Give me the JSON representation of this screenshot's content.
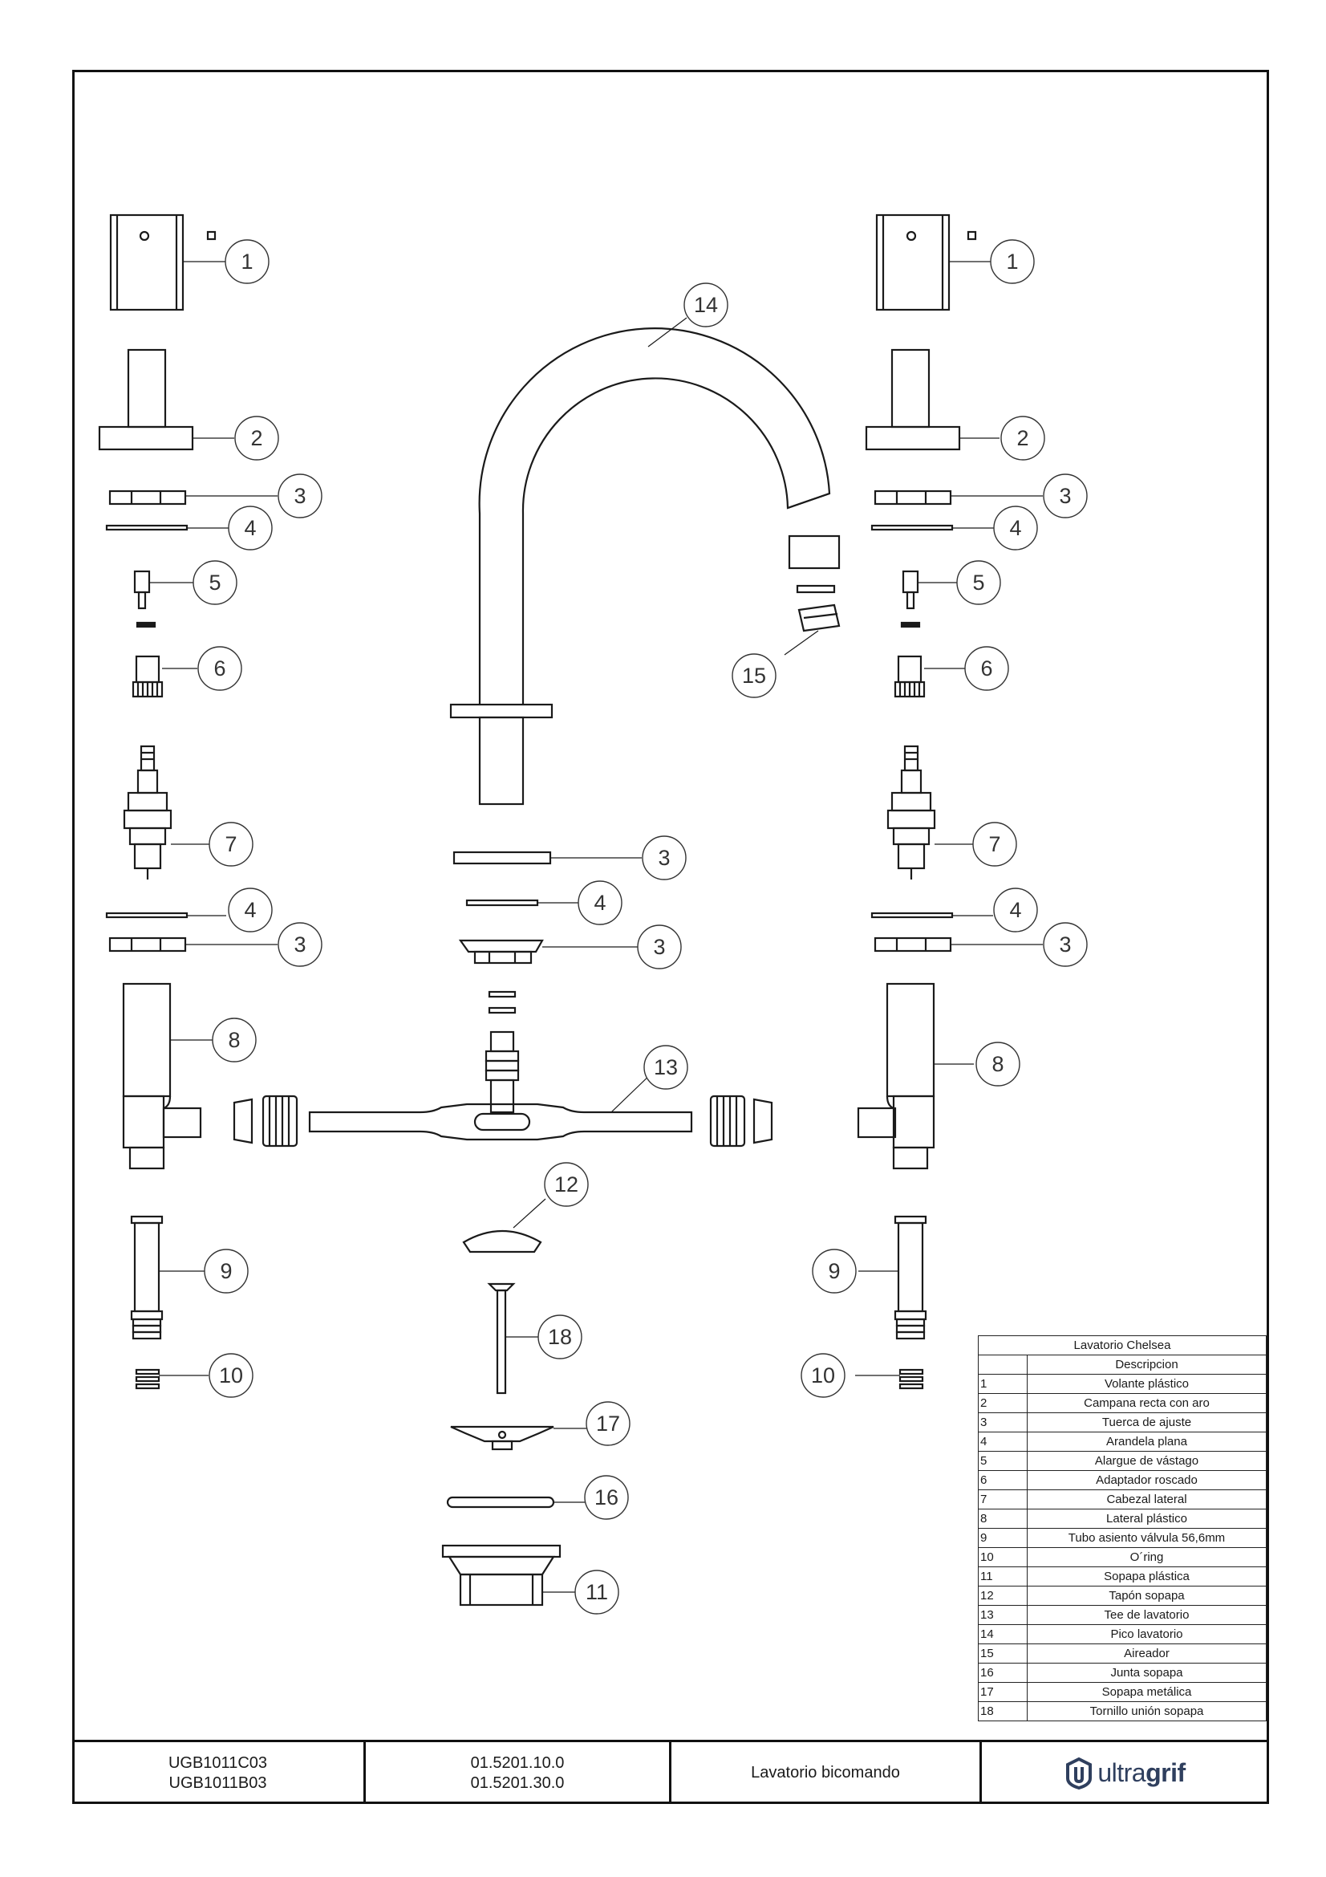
{
  "table": {
    "title": "Lavatorio Chelsea",
    "header": "Descripcion",
    "rows": [
      {
        "no": "1",
        "desc": "Volante plástico"
      },
      {
        "no": "2",
        "desc": "Campana recta con aro"
      },
      {
        "no": "3",
        "desc": "Tuerca de ajuste"
      },
      {
        "no": "4",
        "desc": "Arandela plana"
      },
      {
        "no": "5",
        "desc": "Alargue de vástago"
      },
      {
        "no": "6",
        "desc": "Adaptador roscado"
      },
      {
        "no": "7",
        "desc": "Cabezal lateral"
      },
      {
        "no": "8",
        "desc": "Lateral plástico"
      },
      {
        "no": "9",
        "desc": "Tubo asiento válvula 56,6mm"
      },
      {
        "no": "10",
        "desc": "O´ring"
      },
      {
        "no": "11",
        "desc": "Sopapa plástica"
      },
      {
        "no": "12",
        "desc": "Tapón sopapa"
      },
      {
        "no": "13",
        "desc": "Tee de lavatorio"
      },
      {
        "no": "14",
        "desc": "Pico lavatorio"
      },
      {
        "no": "15",
        "desc": "Aireador"
      },
      {
        "no": "16",
        "desc": "Junta sopapa"
      },
      {
        "no": "17",
        "desc": "Sopapa metálica"
      },
      {
        "no": "18",
        "desc": "Tornillo unión sopapa"
      }
    ]
  },
  "title_block": {
    "codes": [
      "UGB1011C03",
      "UGB1011B03"
    ],
    "part_numbers": [
      "01.5201.10.0",
      "01.5201.30.0"
    ],
    "product": "Lavatorio bicomando",
    "logo_light": "ultra",
    "logo_bold": "grif"
  },
  "callouts": {
    "n1": "1",
    "n2": "2",
    "n3": "3",
    "n4": "4",
    "n5": "5",
    "n6": "6",
    "n7": "7",
    "n8": "8",
    "n9": "9",
    "n10": "10",
    "n11": "11",
    "n12": "12",
    "n13": "13",
    "n14": "14",
    "n15": "15",
    "n16": "16",
    "n17": "17",
    "n18": "18"
  },
  "colors": {
    "line": "#1a1a1a",
    "logo": "#2f3f5e"
  }
}
